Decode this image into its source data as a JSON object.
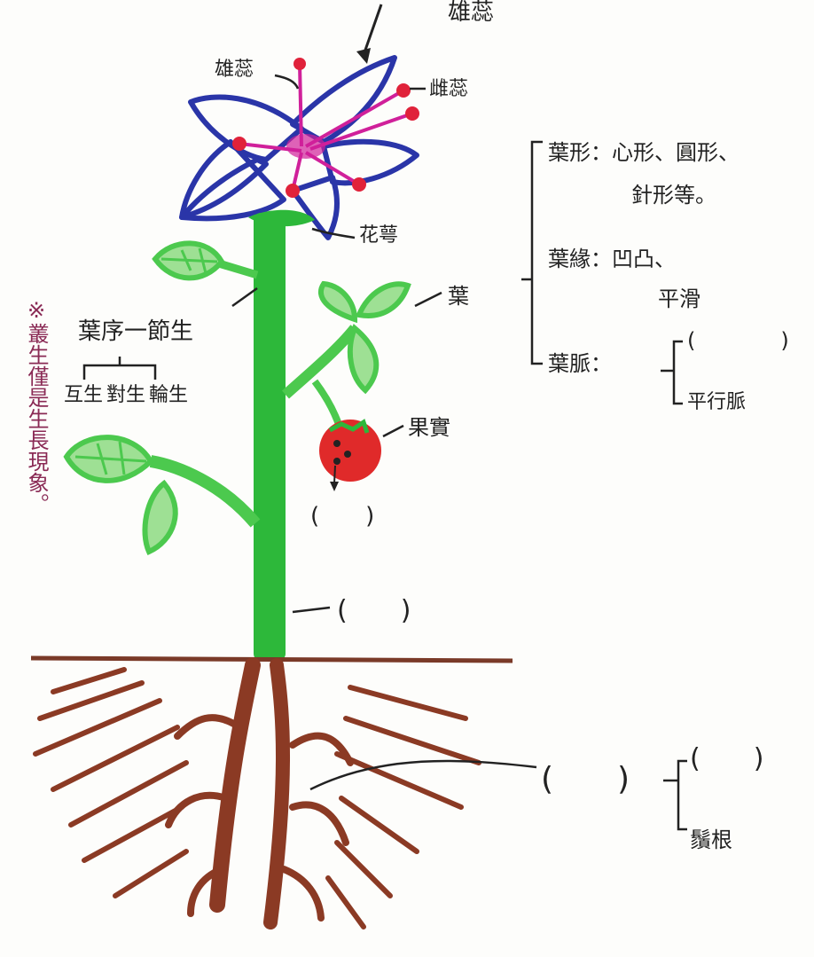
{
  "labels": {
    "stamen": "雄蕊",
    "pistil": "雌蕊",
    "sepal": "花萼",
    "leaf": "葉",
    "top_cut": "雄蕊",
    "fruit": "果實",
    "paren_seed": "(　　)",
    "paren_stem": "(　　)",
    "paren_root": "(　　)",
    "paren_root_sub": "(　　)",
    "paren_vein": "(　　　　)",
    "fibrous_root": "鬚根",
    "leaf_shape": "葉形：心形、圓形、",
    "leaf_shape_2": "針形等。",
    "leaf_margin": "葉緣：凹凸、",
    "leaf_margin_2": "平滑",
    "leaf_vein": "葉脈：",
    "parallel_vein": "平行脈",
    "leaf_node": "葉序一節生",
    "alternate": "互生",
    "opposite": "對生",
    "whorled": "輪生",
    "note": "※叢生僅是生長現象。"
  },
  "colors": {
    "stem": "#2db83a",
    "leaf_green": "#4cc94e",
    "petal_outline": "#2a35a8",
    "stamen_pink": "#d0209a",
    "fruit_red": "#e02a2a",
    "root_brown": "#8b3a24",
    "ground_line": "#7a3a28",
    "note_purple": "#8a2a55",
    "ink": "#222222"
  }
}
